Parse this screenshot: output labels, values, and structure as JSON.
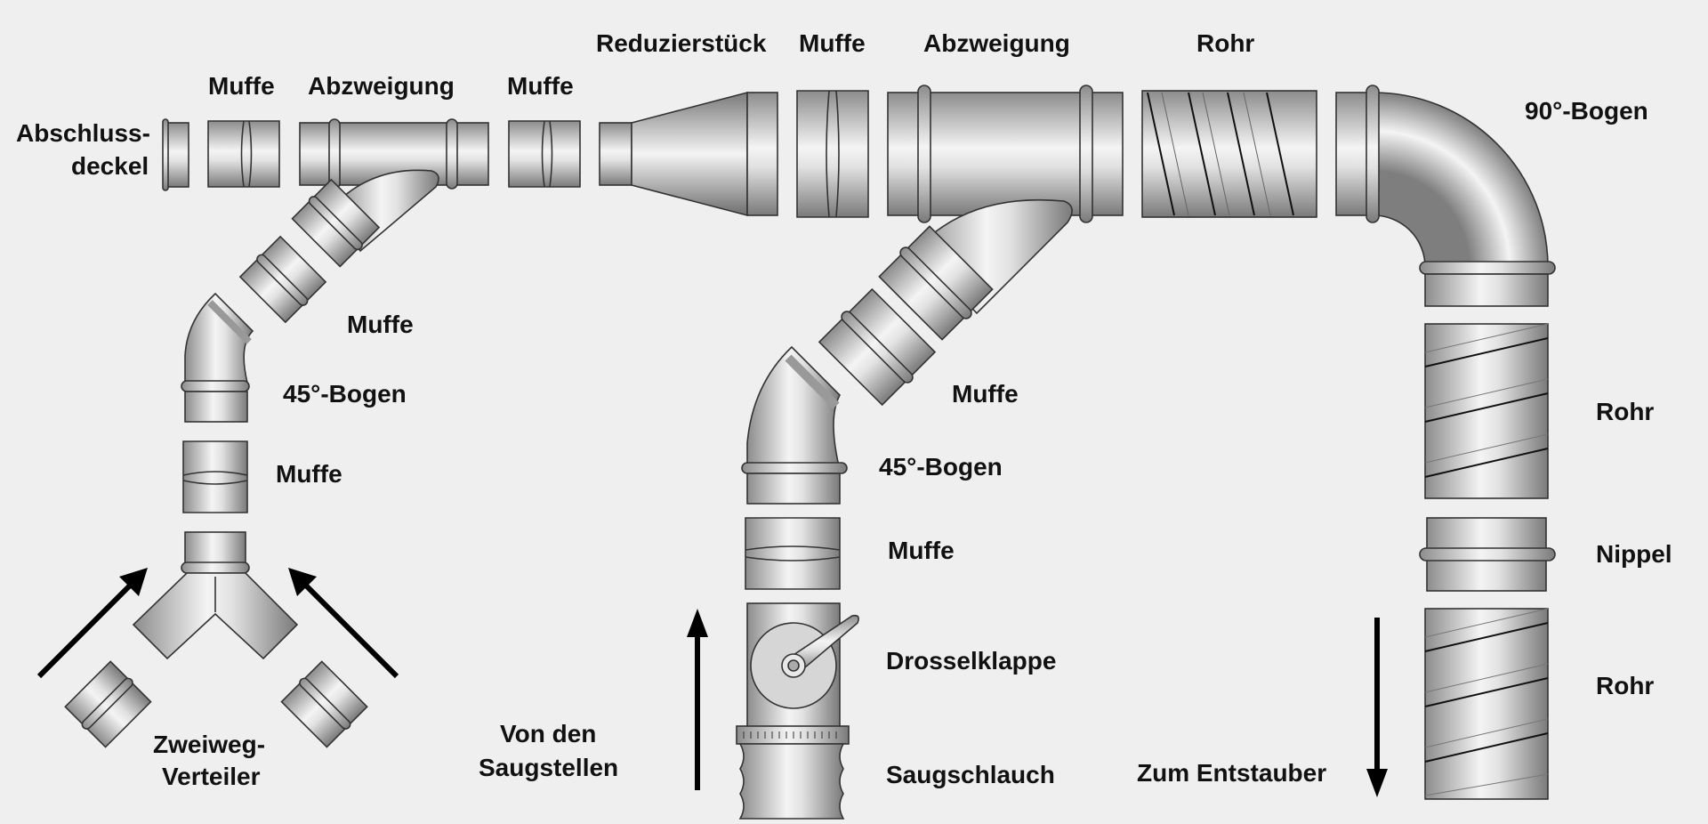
{
  "labels": {
    "abschluss1": "Abschluss-",
    "abschluss2": "deckel",
    "muffe_top1": "Muffe",
    "abzweigung_left": "Abzweigung",
    "muffe_top2": "Muffe",
    "reduzierstueck": "Reduzierstück",
    "muffe_top3": "Muffe",
    "abzweigung_right": "Abzweigung",
    "rohr_top": "Rohr",
    "bogen90": "90°-Bogen",
    "muffe_left_diag": "Muffe",
    "bogen45_left": "45°-Bogen",
    "muffe_left_vert": "Muffe",
    "zweiweg1": "Zweiweg-",
    "zweiweg2": "Verteiler",
    "muffe_mid_diag": "Muffe",
    "bogen45_mid": "45°-Bogen",
    "muffe_mid_vert": "Muffe",
    "drosselklappe": "Drosselklappe",
    "saugschlauch": "Saugschlauch",
    "von1": "Von den",
    "von2": "Saugstellen",
    "zum": "Zum Entstauber",
    "rohr_right1": "Rohr",
    "nippel": "Nippel",
    "rohr_right2": "Rohr"
  },
  "colors": {
    "background": "#efefef",
    "metal_dark": "#8a8a8a",
    "metal_light": "#f2f2f2",
    "outline": "#333333",
    "text": "#111111"
  }
}
